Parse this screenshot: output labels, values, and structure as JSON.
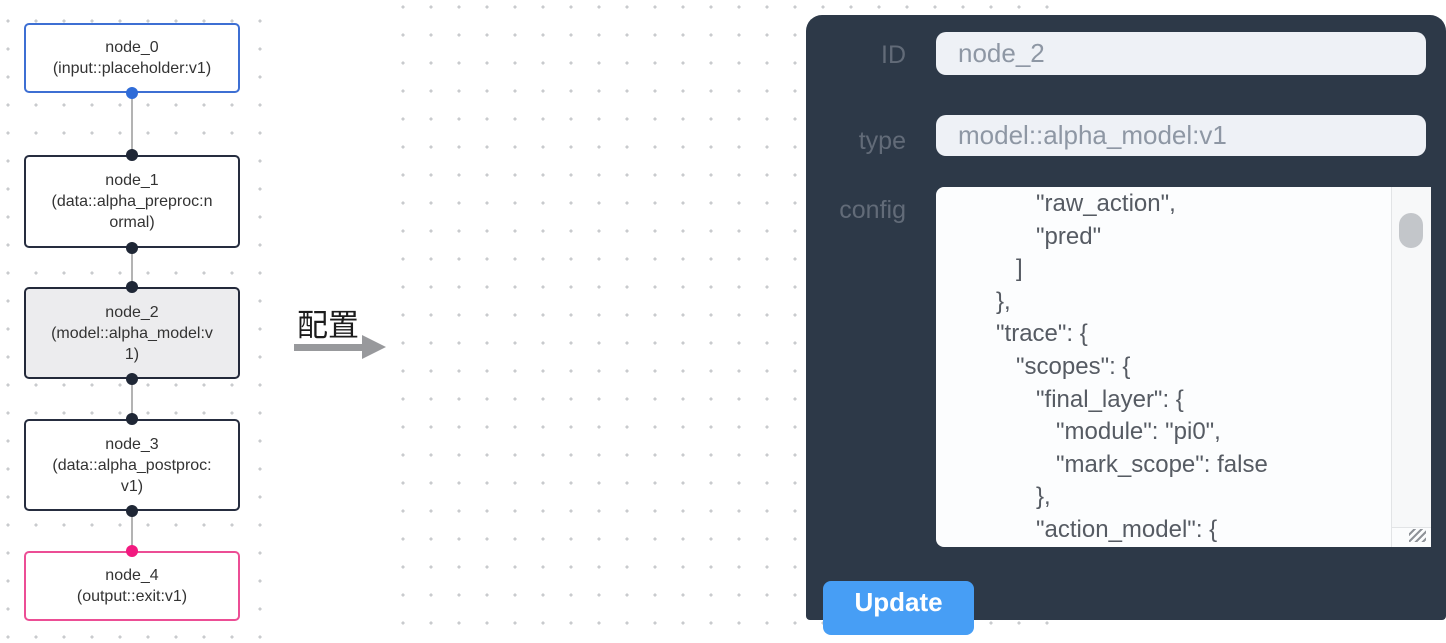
{
  "flow": {
    "nodes": [
      {
        "id": "node_0",
        "subtitle": "(input::placeholder:v1)",
        "variant": "input"
      },
      {
        "id": "node_1",
        "subtitle": "(data::alpha_preproc:normal)",
        "variant": "default"
      },
      {
        "id": "node_2",
        "subtitle": "(model::alpha_model:v1)",
        "variant": "selected"
      },
      {
        "id": "node_3",
        "subtitle": "(data::alpha_postproc:v1)",
        "variant": "default"
      },
      {
        "id": "node_4",
        "subtitle": "(output::exit:v1)",
        "variant": "output"
      }
    ]
  },
  "connector": {
    "label": "配置"
  },
  "panel": {
    "fields": [
      {
        "label": "ID",
        "value": "node_2"
      },
      {
        "label": "type",
        "value": "model::alpha_model:v1"
      }
    ],
    "config_label": "config",
    "config_lines": [
      "               \"raw_action\",",
      "               \"pred\"",
      "            ]",
      "         },",
      "         \"trace\": {",
      "            \"scopes\": {",
      "               \"final_layer\": {",
      "                  \"module\": \"pi0\",",
      "                  \"mark_scope\": false",
      "               },",
      "               \"action_model\": {"
    ],
    "update_label": "Update"
  },
  "colors": {
    "panel_bg": "#2d3948",
    "input_bg": "#eef1f6",
    "button_blue": "#479ef5",
    "node_blue_border": "#3d6fd3",
    "node_pink_border": "#ec4e95",
    "node_dark_border": "#262d3f",
    "selected_node_bg": "#ececee",
    "port_blue": "#2f6cd8",
    "port_pink": "#f21a80",
    "port_dark": "#1f2736"
  }
}
